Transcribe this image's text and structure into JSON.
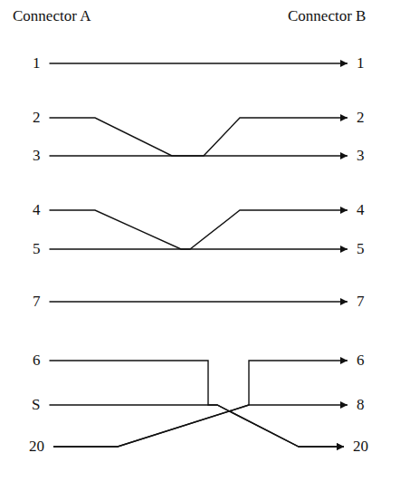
{
  "diagram": {
    "nodes": [
      {
        "text": [
          "1"
        ]
      },
      {
        "text": [
          "1"
        ]
      },
      {
        "text": [
          "2"
        ]
      },
      {
        "text": [
          "2"
        ]
      },
      {
        "text": [
          "3"
        ]
      },
      {
        "text": [
          "3"
        ]
      },
      {
        "text": [
          "4"
        ]
      },
      {
        "text": [
          "4"
        ]
      },
      {
        "text": [
          "5"
        ]
      },
      {
        "text": [
          "5"
        ]
      },
      {
        "text": [
          "7"
        ]
      },
      {
        "text": [
          "7"
        ]
      },
      {
        "text": [
          "6"
        ]
      },
      {
        "text": [
          "6"
        ]
      },
      {
        "text": [
          "S"
        ]
      },
      {
        "text": [
          "8"
        ]
      },
      {
        "text": [
          "20"
        ]
      },
      {
        "text": [
          "20"
        ]
      }
    ],
    "edges": [
      {
        "from": 0,
        "to": 1,
        "arrow": "to"
      },
      {
        "from": 2,
        "to": 5,
        "arrow": "to"
      },
      {
        "from": 4,
        "to": 3,
        "arrow": "to"
      },
      {
        "from": 6,
        "to": 9,
        "arrow": "to"
      },
      {
        "from": 8,
        "to": 7,
        "arrow": "to"
      },
      {
        "from": 10,
        "to": 11,
        "arrow": "to"
      },
      {
        "from": 12,
        "to": 17,
        "arrow": "to"
      },
      {
        "from": 14,
        "to": 17,
        "arrow": "to"
      },
      {
        "from": 16,
        "to": 13,
        "arrow": "to"
      },
      {
        "from": 16,
        "to": 15,
        "arrow": "to"
      }
    ],
    "labels": [
      "Connector A",
      "Connector B"
    ]
  }
}
